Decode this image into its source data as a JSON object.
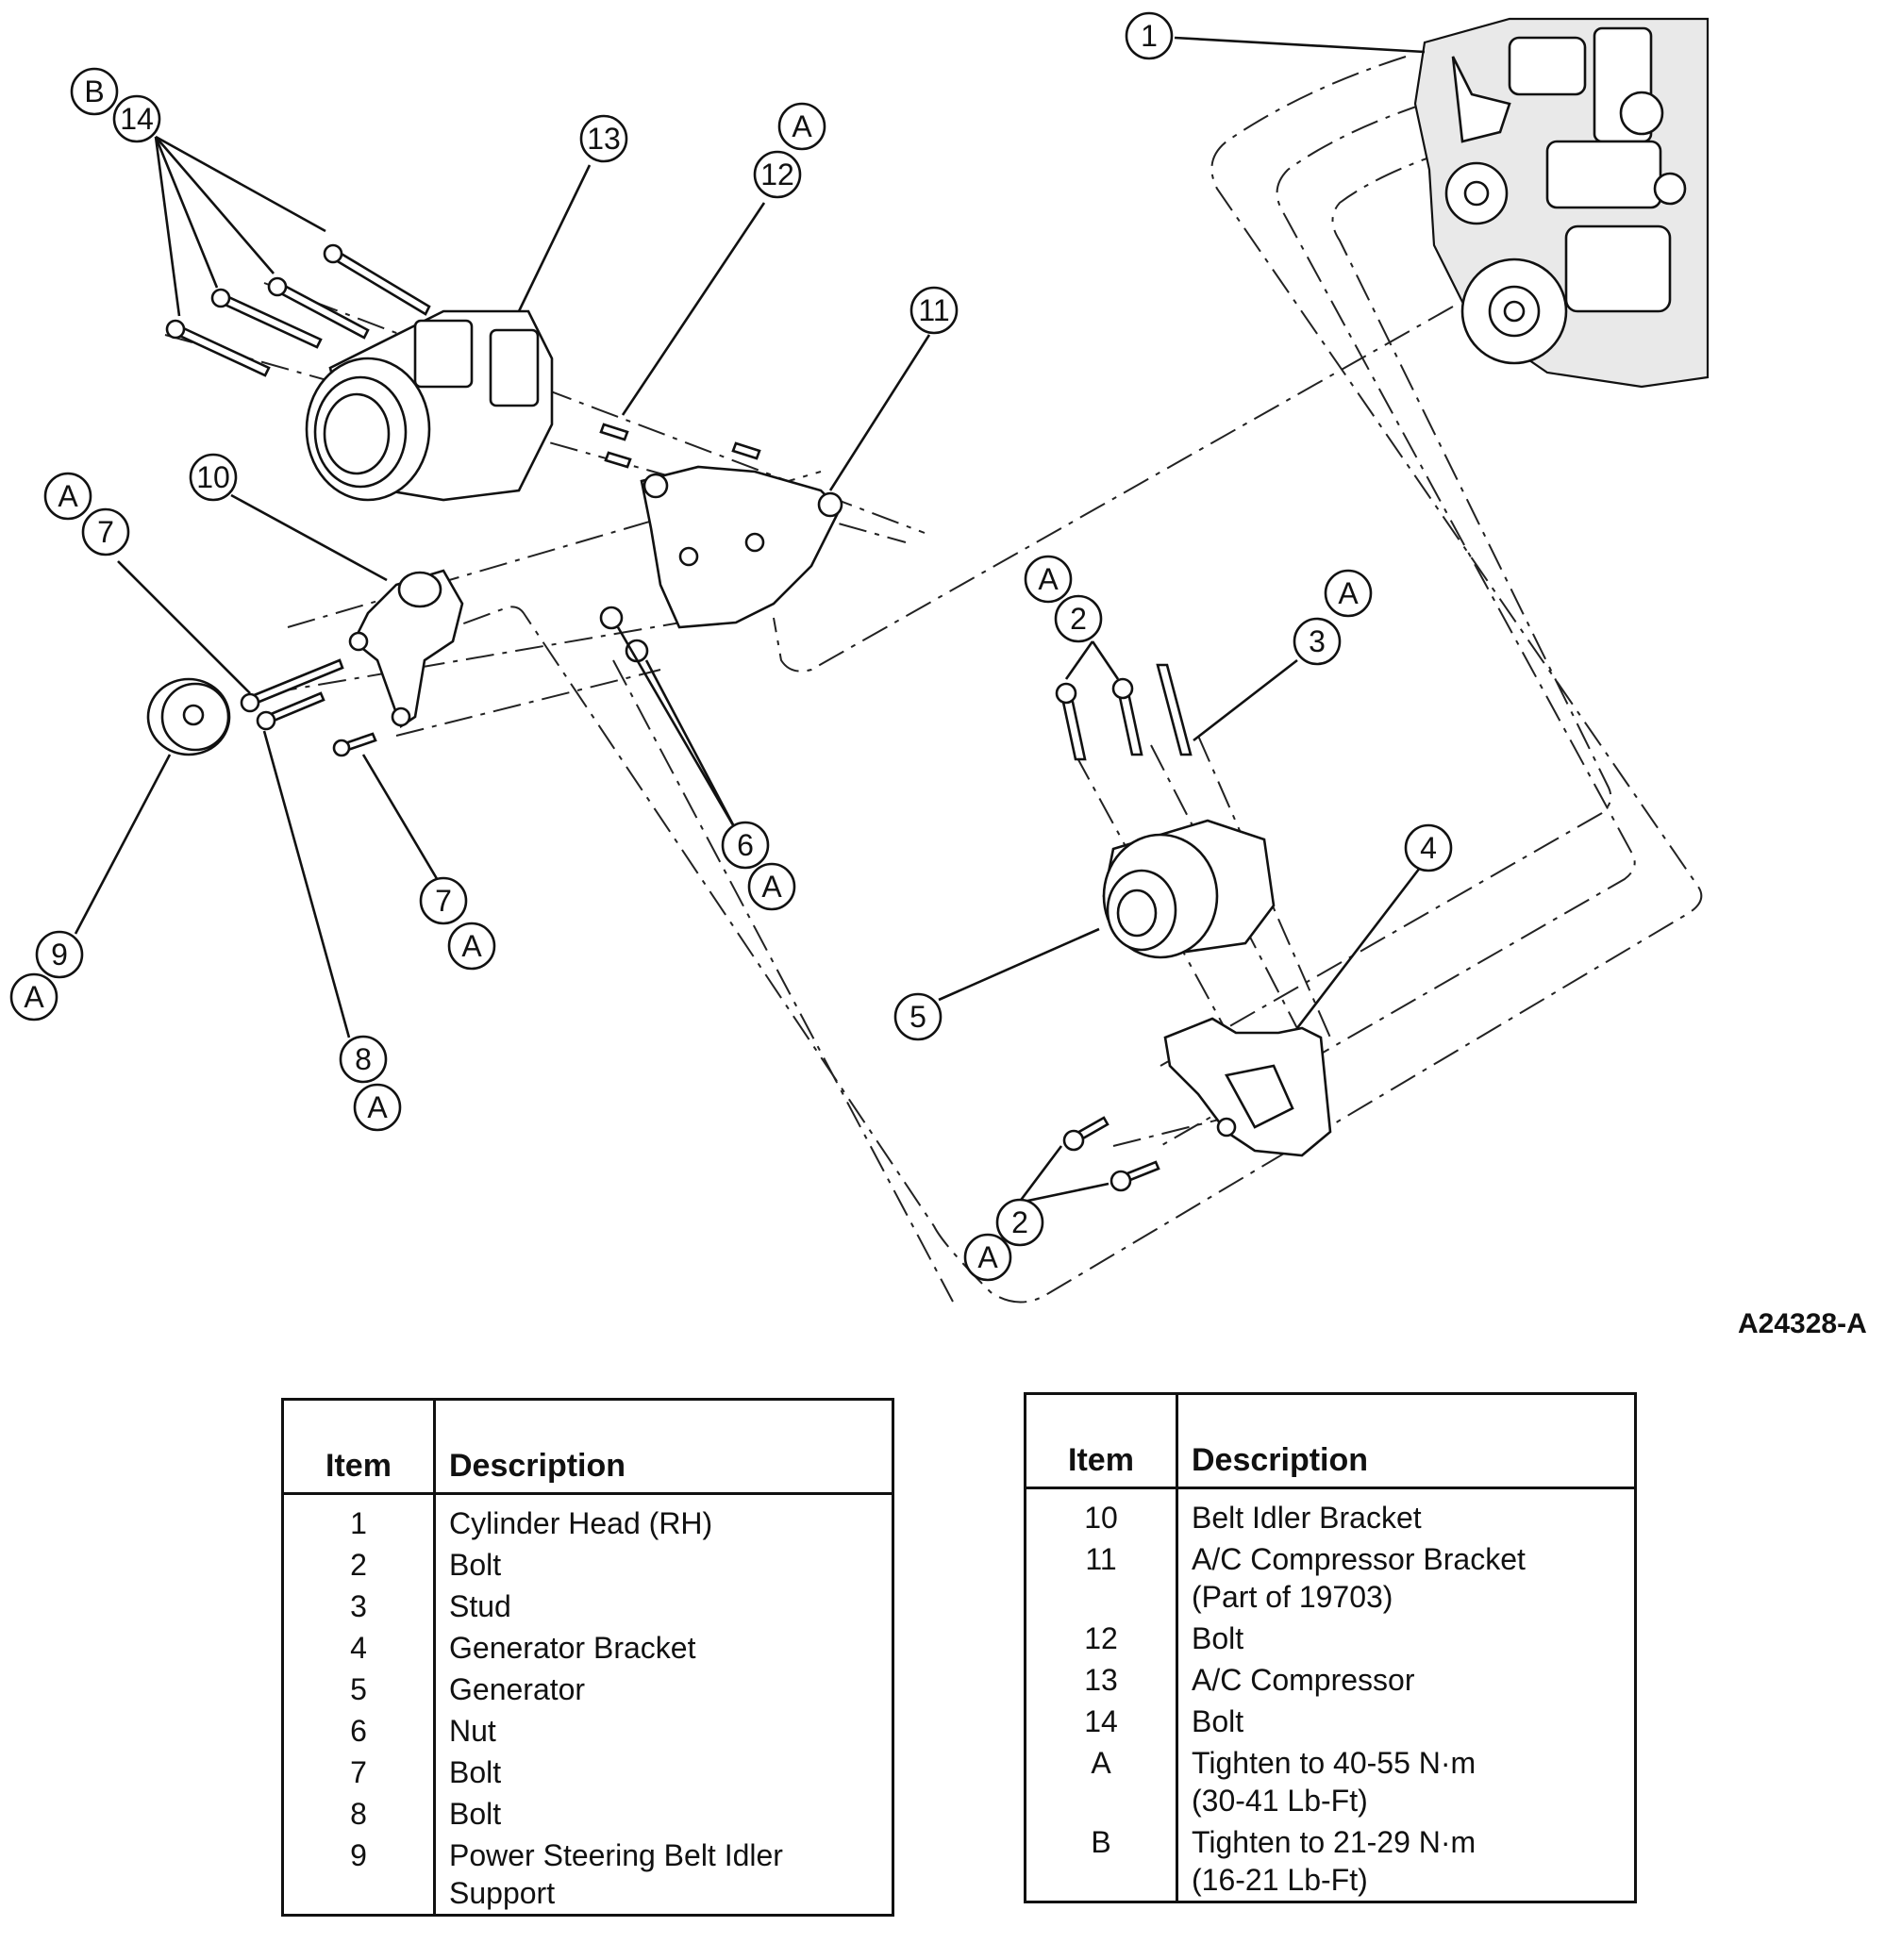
{
  "figure_id": "A24328-A",
  "callouts": [
    {
      "label": "1"
    },
    {
      "label": "B"
    },
    {
      "label": "14"
    },
    {
      "label": "13"
    },
    {
      "label": "A"
    },
    {
      "label": "12"
    },
    {
      "label": "11"
    },
    {
      "label": "A"
    },
    {
      "label": "7"
    },
    {
      "label": "10"
    },
    {
      "label": "A"
    },
    {
      "label": "2"
    },
    {
      "label": "A"
    },
    {
      "label": "3"
    },
    {
      "label": "4"
    },
    {
      "label": "6"
    },
    {
      "label": "A"
    },
    {
      "label": "7"
    },
    {
      "label": "A"
    },
    {
      "label": "9"
    },
    {
      "label": "A"
    },
    {
      "label": "5"
    },
    {
      "label": "8"
    },
    {
      "label": "A"
    },
    {
      "label": "2"
    },
    {
      "label": "A"
    }
  ],
  "legend": {
    "header_item": "Item",
    "header_description": "Description",
    "left_rows": [
      {
        "item": "1",
        "description": "Cylinder Head (RH)"
      },
      {
        "item": "2",
        "description": "Bolt"
      },
      {
        "item": "3",
        "description": "Stud"
      },
      {
        "item": "4",
        "description": "Generator Bracket"
      },
      {
        "item": "5",
        "description": "Generator"
      },
      {
        "item": "6",
        "description": "Nut"
      },
      {
        "item": "7",
        "description": "Bolt"
      },
      {
        "item": "8",
        "description": "Bolt"
      },
      {
        "item": "9",
        "description": "Power Steering Belt Idler\nSupport"
      }
    ],
    "right_rows": [
      {
        "item": "10",
        "description": "Belt Idler Bracket"
      },
      {
        "item": "11",
        "description": "A/C Compressor Bracket\n(Part of 19703)"
      },
      {
        "item": "12",
        "description": "Bolt"
      },
      {
        "item": "13",
        "description": "A/C Compressor"
      },
      {
        "item": "14",
        "description": "Bolt"
      },
      {
        "item": "A",
        "description": "Tighten to 40-55 N·m\n(30-41 Lb-Ft)"
      },
      {
        "item": "B",
        "description": "Tighten to 21-29 N·m\n(16-21 Lb-Ft)"
      }
    ]
  }
}
